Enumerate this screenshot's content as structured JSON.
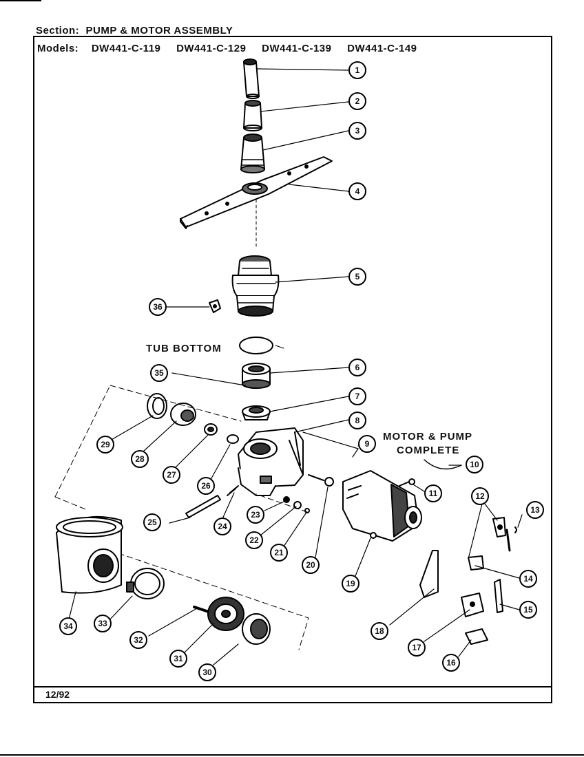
{
  "header": {
    "section_label": "Section:",
    "section_title": "PUMP & MOTOR ASSEMBLY",
    "models_label": "Models:",
    "models": [
      "DW441-C-119",
      "DW441-C-129",
      "DW441-C-139",
      "DW441-C-149"
    ]
  },
  "labels": {
    "tub_bottom": "TUB BOTTOM",
    "motor_pump_line1": "MOTOR & PUMP",
    "motor_pump_line2": "COMPLETE"
  },
  "callouts": [
    "1",
    "2",
    "3",
    "4",
    "5",
    "6",
    "7",
    "8",
    "9",
    "10",
    "11",
    "12",
    "13",
    "14",
    "15",
    "16",
    "17",
    "18",
    "19",
    "20",
    "21",
    "22",
    "23",
    "24",
    "25",
    "26",
    "27",
    "28",
    "29",
    "30",
    "31",
    "32",
    "33",
    "34",
    "35",
    "36"
  ],
  "footer": {
    "date": "12/92"
  }
}
